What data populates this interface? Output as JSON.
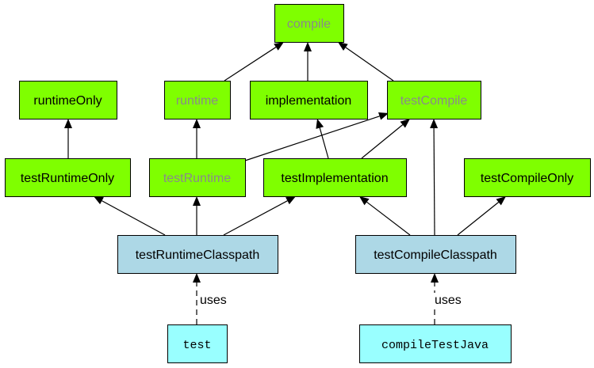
{
  "diagram": {
    "nodes": {
      "compile": {
        "label": "compile",
        "fill": "#7fff00",
        "text_color": "#8a8a8a"
      },
      "runtimeOnly": {
        "label": "runtimeOnly",
        "fill": "#7fff00",
        "text_color": "#000000"
      },
      "runtime": {
        "label": "runtime",
        "fill": "#7fff00",
        "text_color": "#8a8a8a"
      },
      "implementation": {
        "label": "implementation",
        "fill": "#7fff00",
        "text_color": "#000000"
      },
      "testCompile": {
        "label": "testCompile",
        "fill": "#7fff00",
        "text_color": "#8a8a8a"
      },
      "testRuntimeOnly": {
        "label": "testRuntimeOnly",
        "fill": "#7fff00",
        "text_color": "#000000"
      },
      "testRuntime": {
        "label": "testRuntime",
        "fill": "#7fff00",
        "text_color": "#8a8a8a"
      },
      "testImplementation": {
        "label": "testImplementation",
        "fill": "#7fff00",
        "text_color": "#000000"
      },
      "testCompileOnly": {
        "label": "testCompileOnly",
        "fill": "#7fff00",
        "text_color": "#000000"
      },
      "testRuntimeClasspath": {
        "label": "testRuntimeClasspath",
        "fill": "#add8e6",
        "text_color": "#000000"
      },
      "testCompileClasspath": {
        "label": "testCompileClasspath",
        "fill": "#add8e6",
        "text_color": "#000000"
      },
      "test": {
        "label": "test",
        "fill": "#99ffff",
        "text_color": "#000000"
      },
      "compileTestJava": {
        "label": "compileTestJava",
        "fill": "#99ffff",
        "text_color": "#000000"
      }
    },
    "edges": [
      {
        "from": "runtime",
        "to": "compile",
        "style": "solid"
      },
      {
        "from": "implementation",
        "to": "compile",
        "style": "solid"
      },
      {
        "from": "testCompile",
        "to": "compile",
        "style": "solid"
      },
      {
        "from": "testRuntimeOnly",
        "to": "runtimeOnly",
        "style": "solid"
      },
      {
        "from": "testRuntime",
        "to": "runtime",
        "style": "solid"
      },
      {
        "from": "testRuntime",
        "to": "testCompile",
        "style": "solid"
      },
      {
        "from": "testImplementation",
        "to": "implementation",
        "style": "solid"
      },
      {
        "from": "testImplementation",
        "to": "testCompile",
        "style": "solid"
      },
      {
        "from": "testRuntimeClasspath",
        "to": "testRuntimeOnly",
        "style": "solid"
      },
      {
        "from": "testRuntimeClasspath",
        "to": "testRuntime",
        "style": "solid"
      },
      {
        "from": "testRuntimeClasspath",
        "to": "testImplementation",
        "style": "solid"
      },
      {
        "from": "testCompileClasspath",
        "to": "testImplementation",
        "style": "solid"
      },
      {
        "from": "testCompileClasspath",
        "to": "testCompile",
        "style": "solid"
      },
      {
        "from": "testCompileClasspath",
        "to": "testCompileOnly",
        "style": "solid"
      },
      {
        "from": "test",
        "to": "testRuntimeClasspath",
        "style": "dashed",
        "label": "uses"
      },
      {
        "from": "compileTestJava",
        "to": "testCompileClasspath",
        "style": "dashed",
        "label": "uses"
      }
    ]
  }
}
